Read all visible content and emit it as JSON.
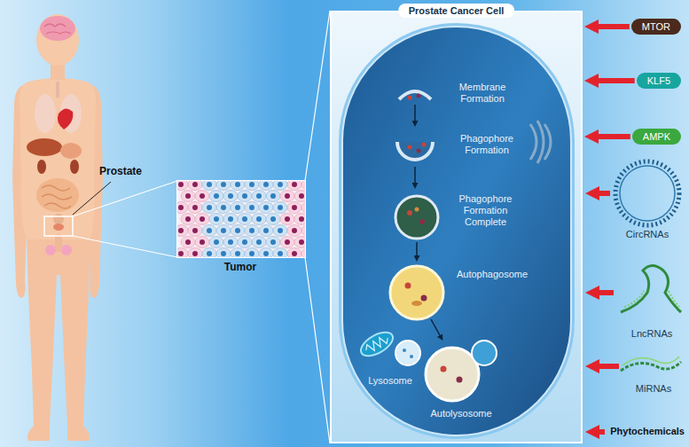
{
  "diagram": {
    "nodes": [
      {
        "text": [
          "Prostate Cancer Cell"
        ]
      },
      {
        "text": [
          "MTOR"
        ]
      },
      {
        "text": [
          "KLF5"
        ]
      },
      {
        "text": [
          "AMPK"
        ]
      }
    ],
    "edges": [
      {
        "from": 1,
        "to": 0,
        "arrow": "to"
      },
      {
        "from": 2,
        "to": 0,
        "arrow": "to"
      },
      {
        "from": 3,
        "to": 0,
        "arrow": "to"
      }
    ],
    "labels": [
      "Prostate",
      "Tumor",
      "Membrane Formation",
      "Phagophore Formation",
      "Phagophore Formation Complete",
      "Autophagosome",
      "Lysosome",
      "Autolysosome",
      "CircRNAs",
      "LncRNAs",
      "MiRNAs",
      "Phytochemicals"
    ]
  }
}
